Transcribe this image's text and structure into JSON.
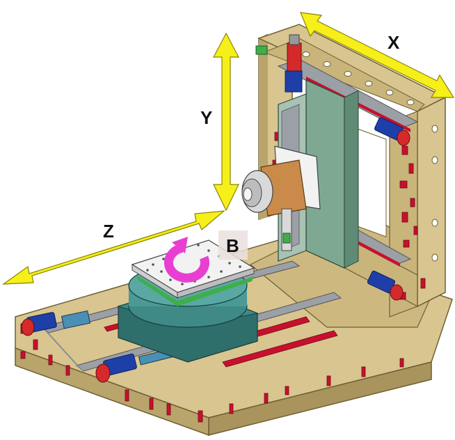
{
  "axes": {
    "x": "X",
    "y": "Y",
    "z": "Z",
    "b": "B"
  },
  "colors": {
    "frame": "#d9c58f",
    "frame_shade": "#b9a46b",
    "frame_dark": "#8d7b4a",
    "rail": "#9aa0a6",
    "slot": "#c8102e",
    "motor": "#1f3fa8",
    "motor_cap": "#d42a2a",
    "column": "#7fa893",
    "table": "#3f8a86",
    "pallet": "#f2f2f2",
    "spindle": "#c98a4a",
    "arrow_yellow": "#f6ef1a",
    "rotation_magenta": "#e83fd2",
    "label_box": "#eadfdf"
  },
  "icons": [
    "x-axis-arrow",
    "y-axis-arrow",
    "z-axis-arrow",
    "b-rotation-arrow"
  ]
}
